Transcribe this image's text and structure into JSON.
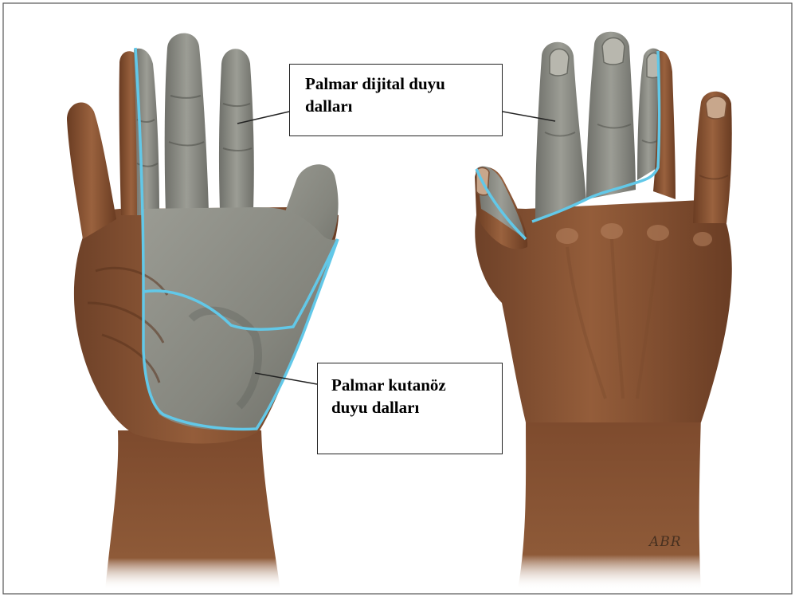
{
  "figure": {
    "labels": {
      "digital": {
        "line1": "Palmar dijital duyu",
        "line2": "dalları"
      },
      "cutaneous": {
        "line1": "Palmar kutanöz",
        "line2": "duyu dalları"
      }
    },
    "signature": "ABR",
    "colors": {
      "skin": "#8a5636",
      "skin_dark": "#5e3620",
      "skin_light": "#a96f48",
      "nerve_area": "#8d8e86",
      "nerve_area_dark": "#6e6f68",
      "boundary": "#62c8e8",
      "frame": "#555555"
    },
    "icons": [
      "palm-hand-illustration",
      "dorsal-hand-illustration"
    ]
  }
}
